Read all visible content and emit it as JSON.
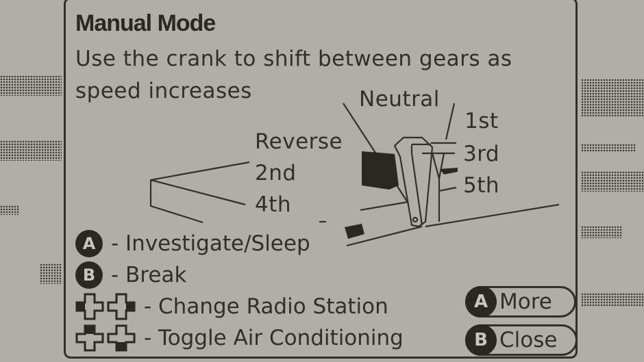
{
  "dialog": {
    "title": "Manual Mode",
    "description": "Use the crank to shift between gears as speed increases"
  },
  "diagram": {
    "labels": {
      "neutral": "Neutral",
      "first": "1st",
      "third": "3rd",
      "fifth": "5th",
      "reverse": "Reverse",
      "second": "2nd",
      "fourth": "4th"
    }
  },
  "controls": [
    {
      "button": "A",
      "icon": "a-button-icon",
      "label": "- Investigate/Sleep"
    },
    {
      "button": "B",
      "icon": "b-button-icon",
      "label": "- Break"
    },
    {
      "icon": "dpad-left-right-icon",
      "label": "- Change Radio Station"
    },
    {
      "icon": "dpad-up-down-icon",
      "label": "- Toggle Air Conditioning"
    }
  ],
  "actions": {
    "more": {
      "button": "A",
      "label": "More"
    },
    "close": {
      "button": "B",
      "label": "Close"
    }
  },
  "colors": {
    "background": "#b1aea7",
    "ink": "#312f28",
    "button_text": "#c9c6bf"
  }
}
